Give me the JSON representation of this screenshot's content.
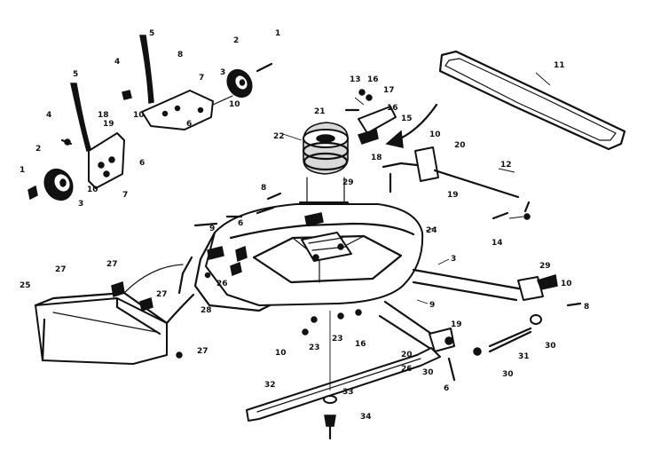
{
  "diagram": {
    "callouts": [
      {
        "id": "c01",
        "text": "1"
      },
      {
        "id": "c02",
        "text": "2"
      },
      {
        "id": "c03",
        "text": "3"
      },
      {
        "id": "c04",
        "text": "4"
      },
      {
        "id": "c05",
        "text": "5"
      },
      {
        "id": "c06",
        "text": "6"
      },
      {
        "id": "c07",
        "text": "7"
      },
      {
        "id": "c08",
        "text": "8"
      },
      {
        "id": "c09",
        "text": "9"
      },
      {
        "id": "c10",
        "text": "10"
      },
      {
        "id": "c11",
        "text": "11"
      },
      {
        "id": "c12",
        "text": "12"
      },
      {
        "id": "c13",
        "text": "13"
      },
      {
        "id": "c14",
        "text": "14"
      },
      {
        "id": "c15",
        "text": "15"
      },
      {
        "id": "c16",
        "text": "16"
      },
      {
        "id": "c17",
        "text": "17"
      },
      {
        "id": "c18",
        "text": "18"
      },
      {
        "id": "c19",
        "text": "19"
      },
      {
        "id": "c20",
        "text": "20"
      },
      {
        "id": "c21",
        "text": "21"
      },
      {
        "id": "c22",
        "text": "22"
      },
      {
        "id": "c23",
        "text": "23"
      },
      {
        "id": "c24",
        "text": "24"
      },
      {
        "id": "c25",
        "text": "25"
      },
      {
        "id": "c26",
        "text": "26"
      },
      {
        "id": "c27",
        "text": "27"
      },
      {
        "id": "c28",
        "text": "28"
      },
      {
        "id": "c29",
        "text": "29"
      },
      {
        "id": "c30",
        "text": "30"
      },
      {
        "id": "c31",
        "text": "31"
      },
      {
        "id": "c32",
        "text": "32"
      },
      {
        "id": "c33",
        "text": "33"
      },
      {
        "id": "c34",
        "text": "34"
      }
    ]
  }
}
